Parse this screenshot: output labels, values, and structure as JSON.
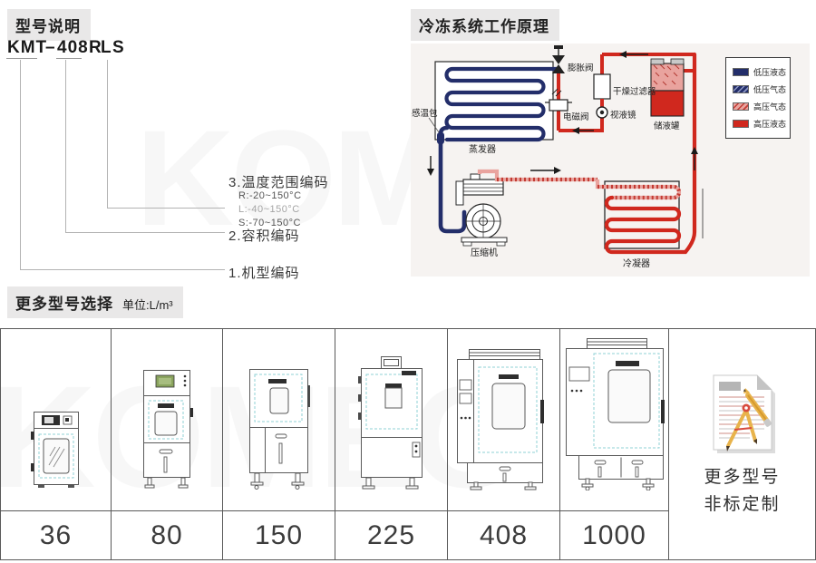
{
  "model_section": {
    "title": "型号说明",
    "code": {
      "series": "KMT",
      "dash": "–",
      "volume": "408",
      "r": "R",
      "l": "L",
      "s": "S"
    },
    "callout_3": "3.温度范围编码",
    "temp_codes": [
      "R:-20~150°C",
      "L:-40~150°C",
      "S:-70~150°C"
    ],
    "callout_2": "2.容积编码",
    "callout_1": "1.机型编码"
  },
  "refrigeration": {
    "title": "冷冻系统工作原理",
    "labels": {
      "sensing_bulb": "感温包",
      "evaporator": "蒸发器",
      "expansion_valve": "膨胀阀",
      "solenoid_valve": "电磁阀",
      "dry_filter": "干燥过滤器",
      "sight_glass": "视液镜",
      "receiver_tank": "储液罐",
      "compressor": "压缩机",
      "condenser": "冷凝器"
    },
    "legend": [
      {
        "label": "低压液态"
      },
      {
        "label": "低压气态"
      },
      {
        "label": "高压气态"
      },
      {
        "label": "高压液态"
      }
    ],
    "colors": {
      "low_pressure": "#232e6a",
      "high_pressure": "#d0281e",
      "high_gas_base": "#e9a39e"
    }
  },
  "models": {
    "title": "更多型号选择",
    "unit": "单位:L/m³",
    "volumes": [
      "36",
      "80",
      "150",
      "225",
      "408",
      "1000"
    ],
    "custom_line1": "更多型号",
    "custom_line2": "非标定制",
    "watermark": "KOMEG"
  }
}
